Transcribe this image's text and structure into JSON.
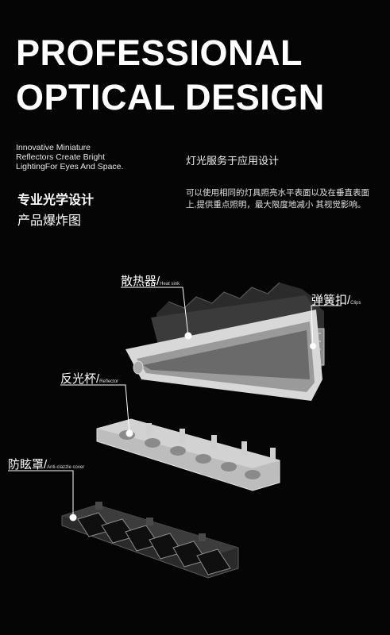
{
  "headline": {
    "line1": "PROFESSIONAL",
    "line2": "OPTICAL DESIGN"
  },
  "intro_en": {
    "line1": "Innovative Miniature",
    "line2": "Reflectors Create Bright",
    "line3": "LightingFor Eyes And Space."
  },
  "section": {
    "title_cn": "专业光学设计",
    "subtitle_cn": "产品爆炸图"
  },
  "right": {
    "title": "灯光服务于应用设计",
    "body": "可以使用相同的灯具照亮水平表面以及在垂直表面上,提供重点照明，最大限度地减小 其视觉影响。"
  },
  "labels": {
    "heatsink_cn": "散热器/",
    "heatsink_en": "Heat sink",
    "clips_cn": "弹簧扣/",
    "clips_en": "Clips",
    "reflector_cn": "反光杯/",
    "reflector_en": "Reflector",
    "anti_cn": "防眩罩/",
    "anti_en": "Anti-clazzle cover"
  },
  "colors": {
    "background": "#050505",
    "text": "#ffffff",
    "heatsink": "#3a3a3a",
    "frame": "#d9d9d9",
    "reflector": "#b9b9b9"
  }
}
